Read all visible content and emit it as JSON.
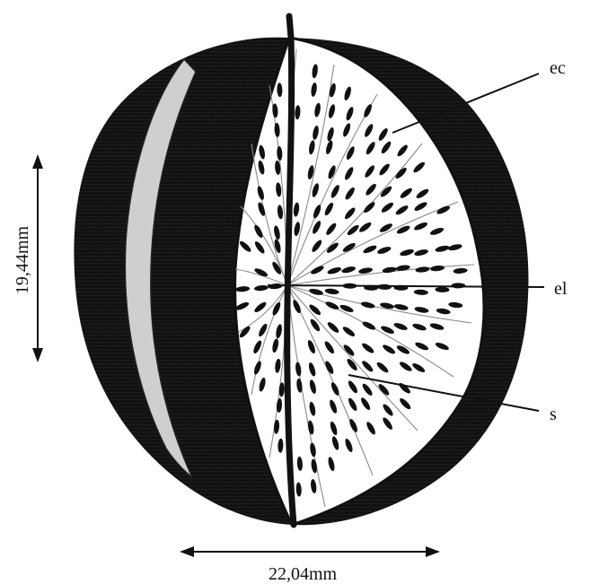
{
  "labels": {
    "exocarp": "ec",
    "endocarp_locule": "el",
    "seeds": "s"
  },
  "dimensions": {
    "height": "19,44mm",
    "width": "22,04mm"
  },
  "colors": {
    "ink": "#111111",
    "pulp_lines": "#8a8a8a",
    "highlight": "#c9c9c9",
    "background": "#ffffff"
  }
}
